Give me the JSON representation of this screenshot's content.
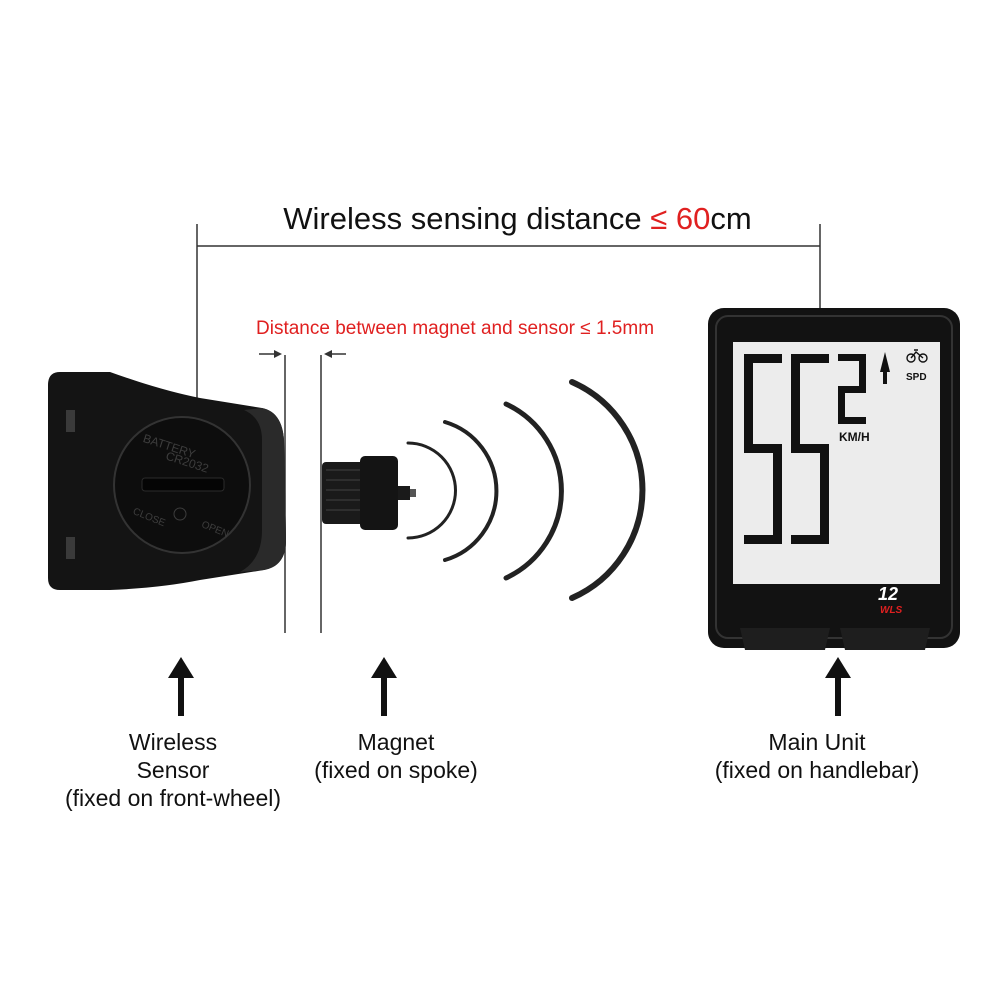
{
  "title": {
    "prefix": "Wireless sensing distance ",
    "highlight": "≤ 60",
    "suffix": "cm"
  },
  "subtitle": "Distance between magnet and sensor ≤ 1.5mm",
  "labels": {
    "sensor": {
      "line1": "Wireless",
      "line2": "Sensor",
      "line3": "(fixed on front-wheel)"
    },
    "magnet": {
      "line1": "Magnet",
      "line2": "(fixed on spoke)"
    },
    "unit": {
      "line1": "Main Unit",
      "line2": "(fixed on handlebar)"
    }
  },
  "sensor_markings": {
    "battery": "BATTERY",
    "model": "CR2032",
    "close": "CLOSE",
    "open": "OPEN"
  },
  "lcd": {
    "speed_unit": "KM/H",
    "mode": "SPD",
    "brand_number": "12",
    "brand_sub": "WLS"
  },
  "colors": {
    "highlight": "#e02020",
    "device_body": "#111111",
    "lcd_screen": "#eeeeee",
    "text": "#111111"
  }
}
